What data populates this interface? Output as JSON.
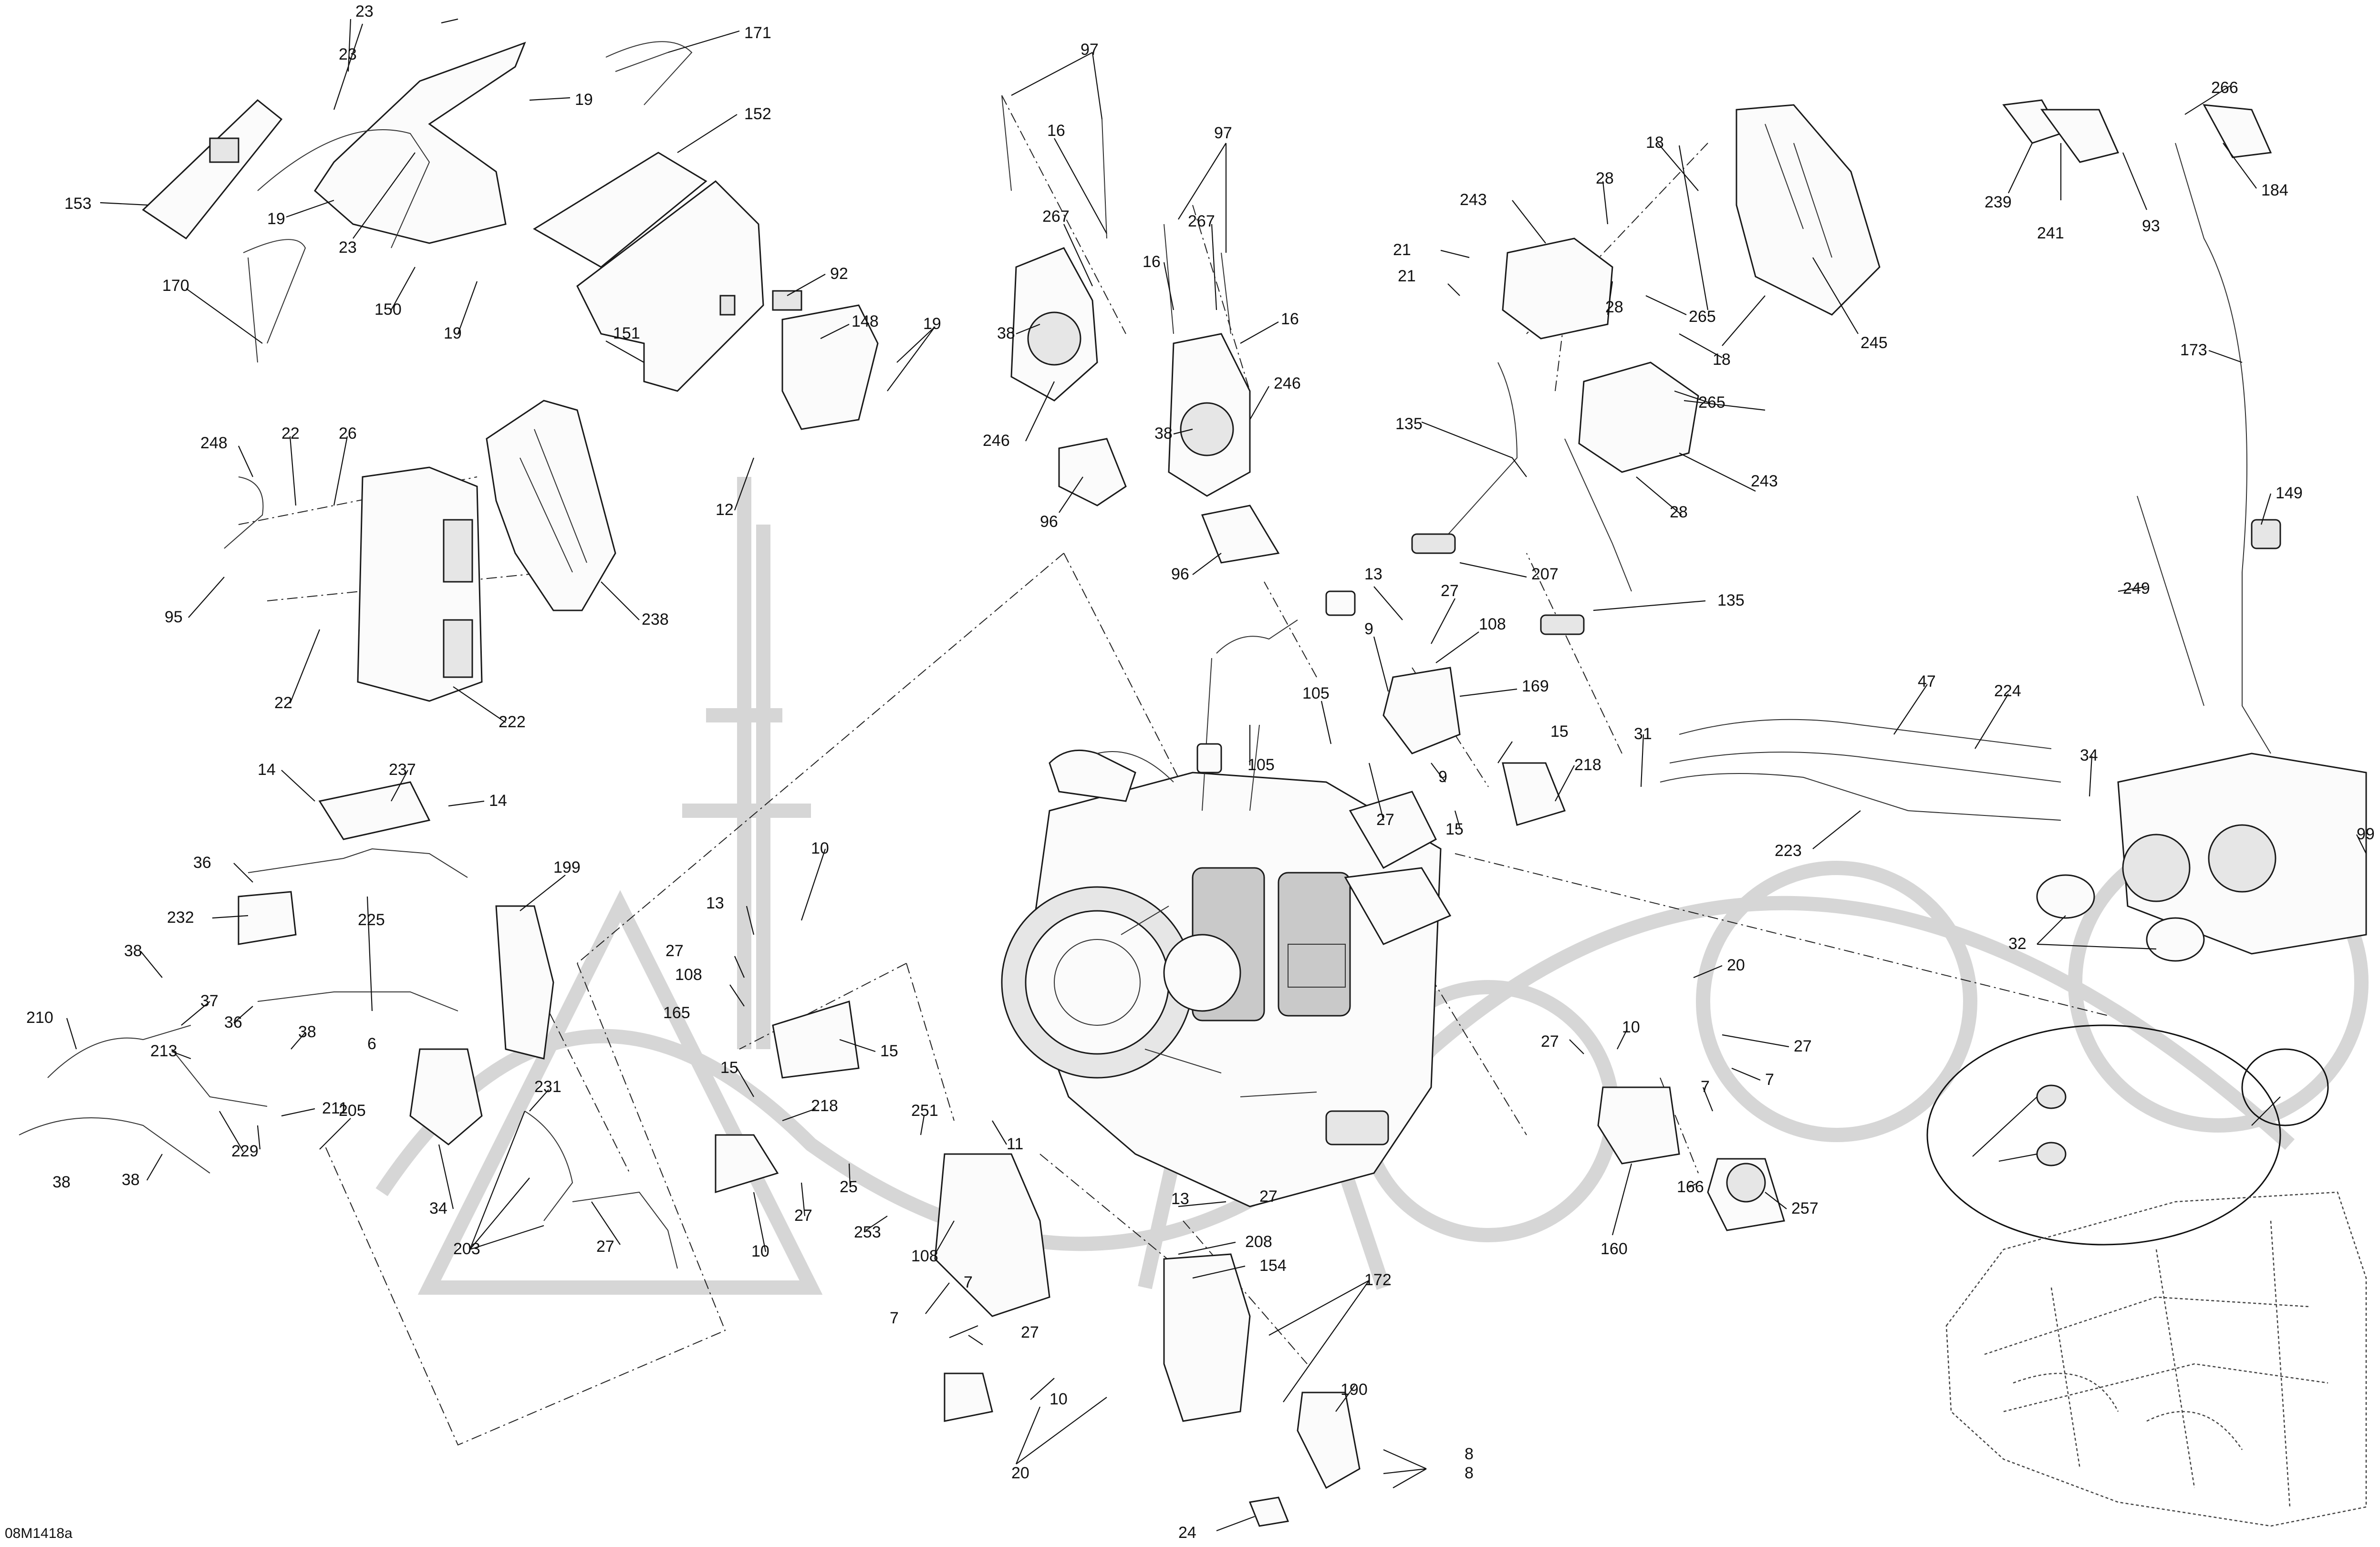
{
  "diagram": {
    "reference_code": "08M1418a",
    "callouts": [
      "8",
      "8",
      "23",
      "23",
      "19",
      "171",
      "152",
      "153",
      "19",
      "23",
      "170",
      "150",
      "19",
      "151",
      "97",
      "16",
      "267",
      "38",
      "246",
      "96",
      "97",
      "267",
      "16",
      "16",
      "38",
      "246",
      "96",
      "92",
      "148",
      "19",
      "12",
      "248",
      "22",
      "26",
      "95",
      "238",
      "22",
      "222",
      "18",
      "243",
      "28",
      "21",
      "21",
      "28",
      "265",
      "245",
      "18",
      "265",
      "243",
      "28",
      "135",
      "207",
      "135",
      "13",
      "27",
      "108",
      "9",
      "169",
      "105",
      "105",
      "15",
      "218",
      "9",
      "15",
      "27",
      "266",
      "239",
      "241",
      "93",
      "184",
      "173",
      "149",
      "249",
      "31",
      "47",
      "224",
      "223",
      "34",
      "99",
      "32",
      "14",
      "237",
      "14",
      "36",
      "232",
      "225",
      "199",
      "38",
      "37",
      "6",
      "36",
      "210",
      "213",
      "38",
      "211",
      "229",
      "38",
      "38",
      "205",
      "231",
      "34",
      "203",
      "27",
      "10",
      "13",
      "27",
      "108",
      "165",
      "15",
      "15",
      "218",
      "10",
      "27",
      "25",
      "251",
      "11",
      "253",
      "108",
      "13",
      "27",
      "208",
      "154",
      "7",
      "7",
      "27",
      "10",
      "20",
      "172",
      "190",
      "24",
      "27",
      "10",
      "20",
      "27",
      "7",
      "7",
      "166",
      "160",
      "257"
    ]
  }
}
